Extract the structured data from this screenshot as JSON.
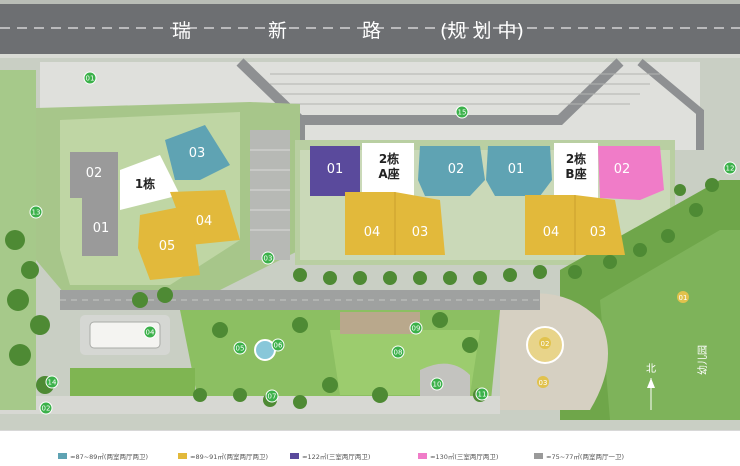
{
  "road": {
    "char1": "瑞",
    "char2": "新",
    "char3": "路",
    "suffix": "(规  划  中)"
  },
  "buildings": {
    "b1_name": "1栋",
    "b2a_line1": "2栋",
    "b2a_line2": "A座",
    "b2b_line1": "2栋",
    "b2b_line2": "B座"
  },
  "units": {
    "b1_02": "02",
    "b1_01": "01",
    "b1_03": "03",
    "b1_04": "04",
    "b1_05": "05",
    "a_01": "01",
    "a_02": "02",
    "a_04": "04",
    "a_03": "03",
    "b_01": "01",
    "b_02": "02",
    "b_04": "04",
    "b_03": "03"
  },
  "markers": [
    "01",
    "02",
    "03",
    "04",
    "05",
    "06",
    "07",
    "08",
    "09",
    "10",
    "11",
    "12",
    "13",
    "14",
    "15"
  ],
  "kindergarten": {
    "label": "幼儿园",
    "marker1": "01",
    "marker2": "02",
    "marker3": "03"
  },
  "compass": {
    "label": "北"
  },
  "legend": [
    {
      "label": "≈87~89㎡(两室两厅两卫)",
      "color": "#5fa3b3"
    },
    {
      "label": "≈89~91㎡(两室两厅两卫)",
      "color": "#e2b93b"
    },
    {
      "label": "≈122㎡(三室两厅两卫)",
      "color": "#5a4a9c"
    },
    {
      "label": "≈130㎡(三室两厅两卫)",
      "color": "#f07cc8"
    },
    {
      "label": "≈75~77㎡(两室两厅一卫)",
      "color": "#9a9a9a"
    }
  ],
  "colors": {
    "teal": "#5fa3b3",
    "gold": "#e2b93b",
    "purple": "#5a4a9c",
    "pink": "#f07cc8",
    "gray": "#9a9a9a",
    "road": "#6d6f72",
    "marker": "#3bb14a"
  }
}
